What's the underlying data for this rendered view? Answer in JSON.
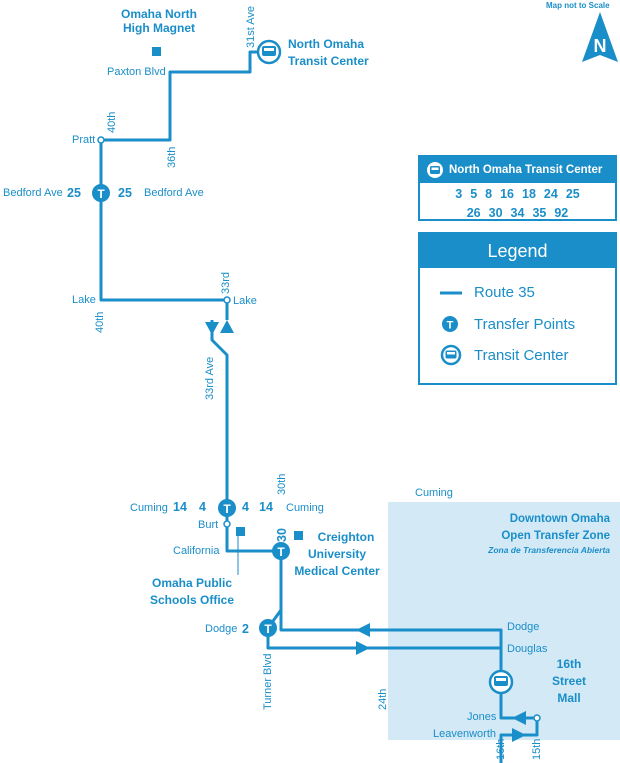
{
  "header": {
    "scale_note": "Map not to Scale",
    "north": "N"
  },
  "places": {
    "school": [
      "Omaha North",
      "High Magnet"
    ],
    "north_tc": [
      "North Omaha",
      "Transit Center"
    ],
    "creighton": [
      "Creighton",
      "University",
      "Medical Center"
    ],
    "ops": [
      "Omaha Public",
      "Schools Office"
    ],
    "zone": [
      "Downtown Omaha",
      "Open Transfer Zone"
    ],
    "zone_es": "Zona de Transferencia Abierta",
    "mall": [
      "16th",
      "Street",
      "Mall"
    ]
  },
  "streets": {
    "ave31": "31st Ave",
    "paxton": "Paxton Blvd",
    "s40a": "40th",
    "pratt": "Pratt",
    "s36": "36th",
    "bedford_l": "Bedford Ave",
    "bedford_r": "Bedford Ave",
    "lake_l": "Lake",
    "s40b": "40th",
    "s33": "33rd",
    "lake_r": "Lake",
    "ave33": "33rd Ave",
    "cuming_l": "Cuming",
    "cuming_r": "Cuming",
    "s30": "30th",
    "burt": "Burt",
    "california": "California",
    "cuming_z": "Cuming",
    "dodge_l": "Dodge",
    "turner": "Turner Blvd",
    "dodge_z": "Dodge",
    "douglas": "Douglas",
    "s24": "24th",
    "jones": "Jones",
    "leavenworth": "Leavenworth",
    "s16": "16th",
    "s15": "15th"
  },
  "routes": {
    "bedford_l": "25",
    "bedford_r": "25",
    "cuming_l1": "14",
    "cuming_l2": "4",
    "cuming_r1": "4",
    "cuming_r2": "14",
    "r30": "30",
    "dodge": "2"
  },
  "transit_center_box": {
    "title": "North Omaha Transit Center",
    "row1": [
      "3",
      "5",
      "8",
      "16",
      "18",
      "24",
      "25"
    ],
    "row2": [
      "26",
      "30",
      "34",
      "35",
      "92"
    ]
  },
  "legend": {
    "title": "Legend",
    "items": [
      {
        "label": "Route 35",
        "icon": "route-line"
      },
      {
        "label": "Transfer Points",
        "icon": "transfer-point-icon"
      },
      {
        "label": "Transit Center",
        "icon": "transit-center-icon"
      }
    ]
  },
  "colors": {
    "primary": "#1a8ec9",
    "zone": "#d3e9f6"
  }
}
